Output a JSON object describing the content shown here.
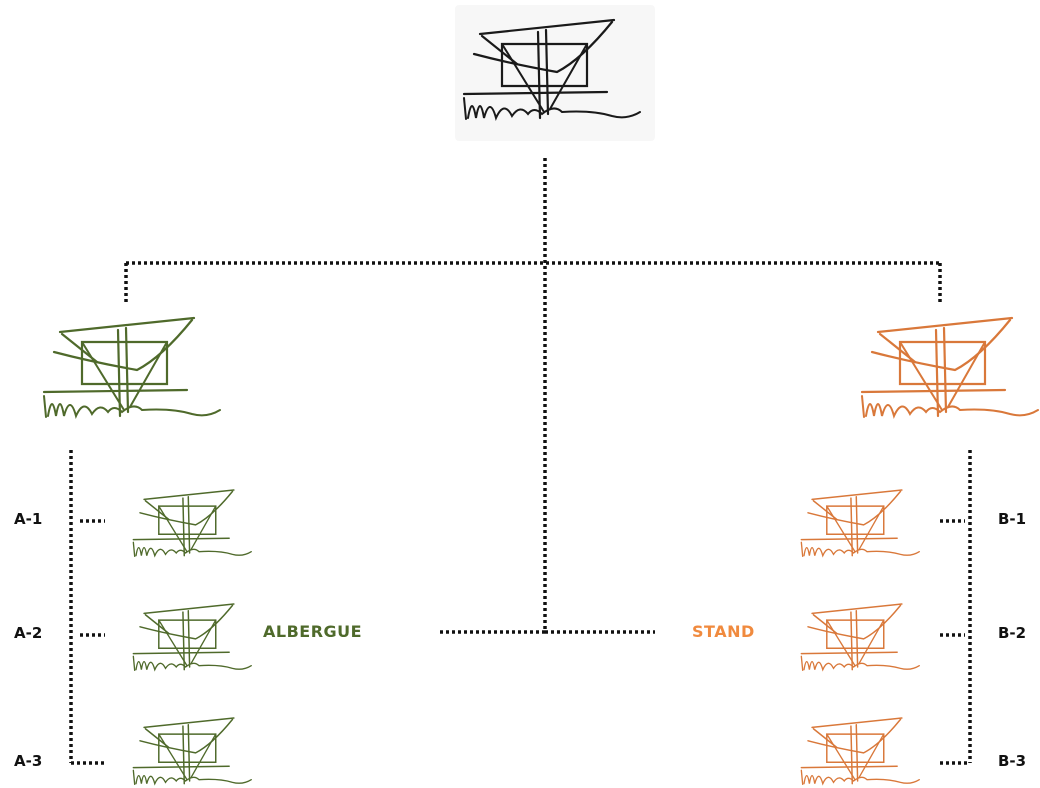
{
  "categories": {
    "left": {
      "label": "ALBERGUE",
      "color": "#4f6a2b"
    },
    "right": {
      "label": "STAND",
      "color": "#f08a3e"
    }
  },
  "items": {
    "a1": "A-1",
    "a2": "A-2",
    "a3": "A-3",
    "b1": "B-1",
    "b2": "B-2",
    "b3": "B-3"
  },
  "colors": {
    "root_sketch": "#1a1a1a",
    "left_sketch": "#4f6a2b",
    "right_sketch": "#d9783a",
    "connector": "#111111"
  }
}
